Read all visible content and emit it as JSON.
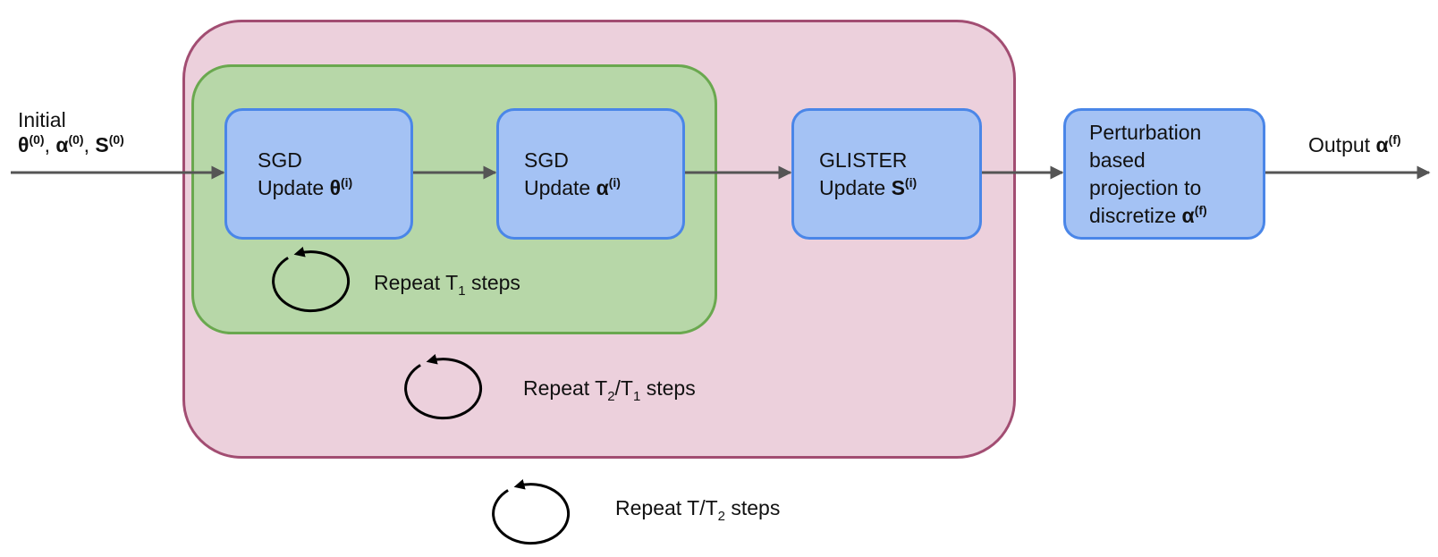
{
  "frames": {
    "outer": {
      "fill": "#ecd0dc",
      "stroke": "#a24d72"
    },
    "inner": {
      "fill": "#b7d7a8",
      "stroke": "#6aa84f"
    }
  },
  "colors": {
    "node_fill": "#a4c2f4",
    "node_stroke": "#4a86e8",
    "arrow": "#555555",
    "loop_icon": "#000000"
  },
  "input": {
    "line1": "Initial",
    "theta": "θ",
    "theta_sup": "(0)",
    "alpha": "α",
    "alpha_sup": "(0)",
    "s": "S",
    "s_sup": "(0)"
  },
  "nodes": {
    "sgd_theta": {
      "line1": "SGD",
      "line2": "Update",
      "symbol": "θ",
      "sup": "(i)"
    },
    "sgd_alpha": {
      "line1": "SGD",
      "line2": "Update",
      "symbol": "α",
      "sup": "(i)"
    },
    "glister": {
      "line1": "GLISTER",
      "line2": "Update",
      "symbol": "S",
      "sup": "(i)"
    },
    "projection": {
      "line1": "Perturbation",
      "line2": "based",
      "line3": "projection to",
      "line4": "discretize",
      "symbol": "α",
      "sup": "(f)"
    }
  },
  "output": {
    "label": "Output",
    "symbol": "α",
    "sup": "(f)"
  },
  "loops": [
    {
      "icon": "cycle-icon",
      "prefix": "Repeat T",
      "sub1": "1",
      "mid": "",
      "sub2": "",
      "suffix": "steps"
    },
    {
      "icon": "cycle-icon",
      "prefix": "Repeat T",
      "sub1": "2",
      "mid": "/T",
      "sub2": "1",
      "suffix": "steps"
    },
    {
      "icon": "cycle-icon",
      "prefix": "Repeat T/T",
      "sub1": "2",
      "mid": "",
      "sub2": "",
      "suffix": "steps"
    }
  ]
}
